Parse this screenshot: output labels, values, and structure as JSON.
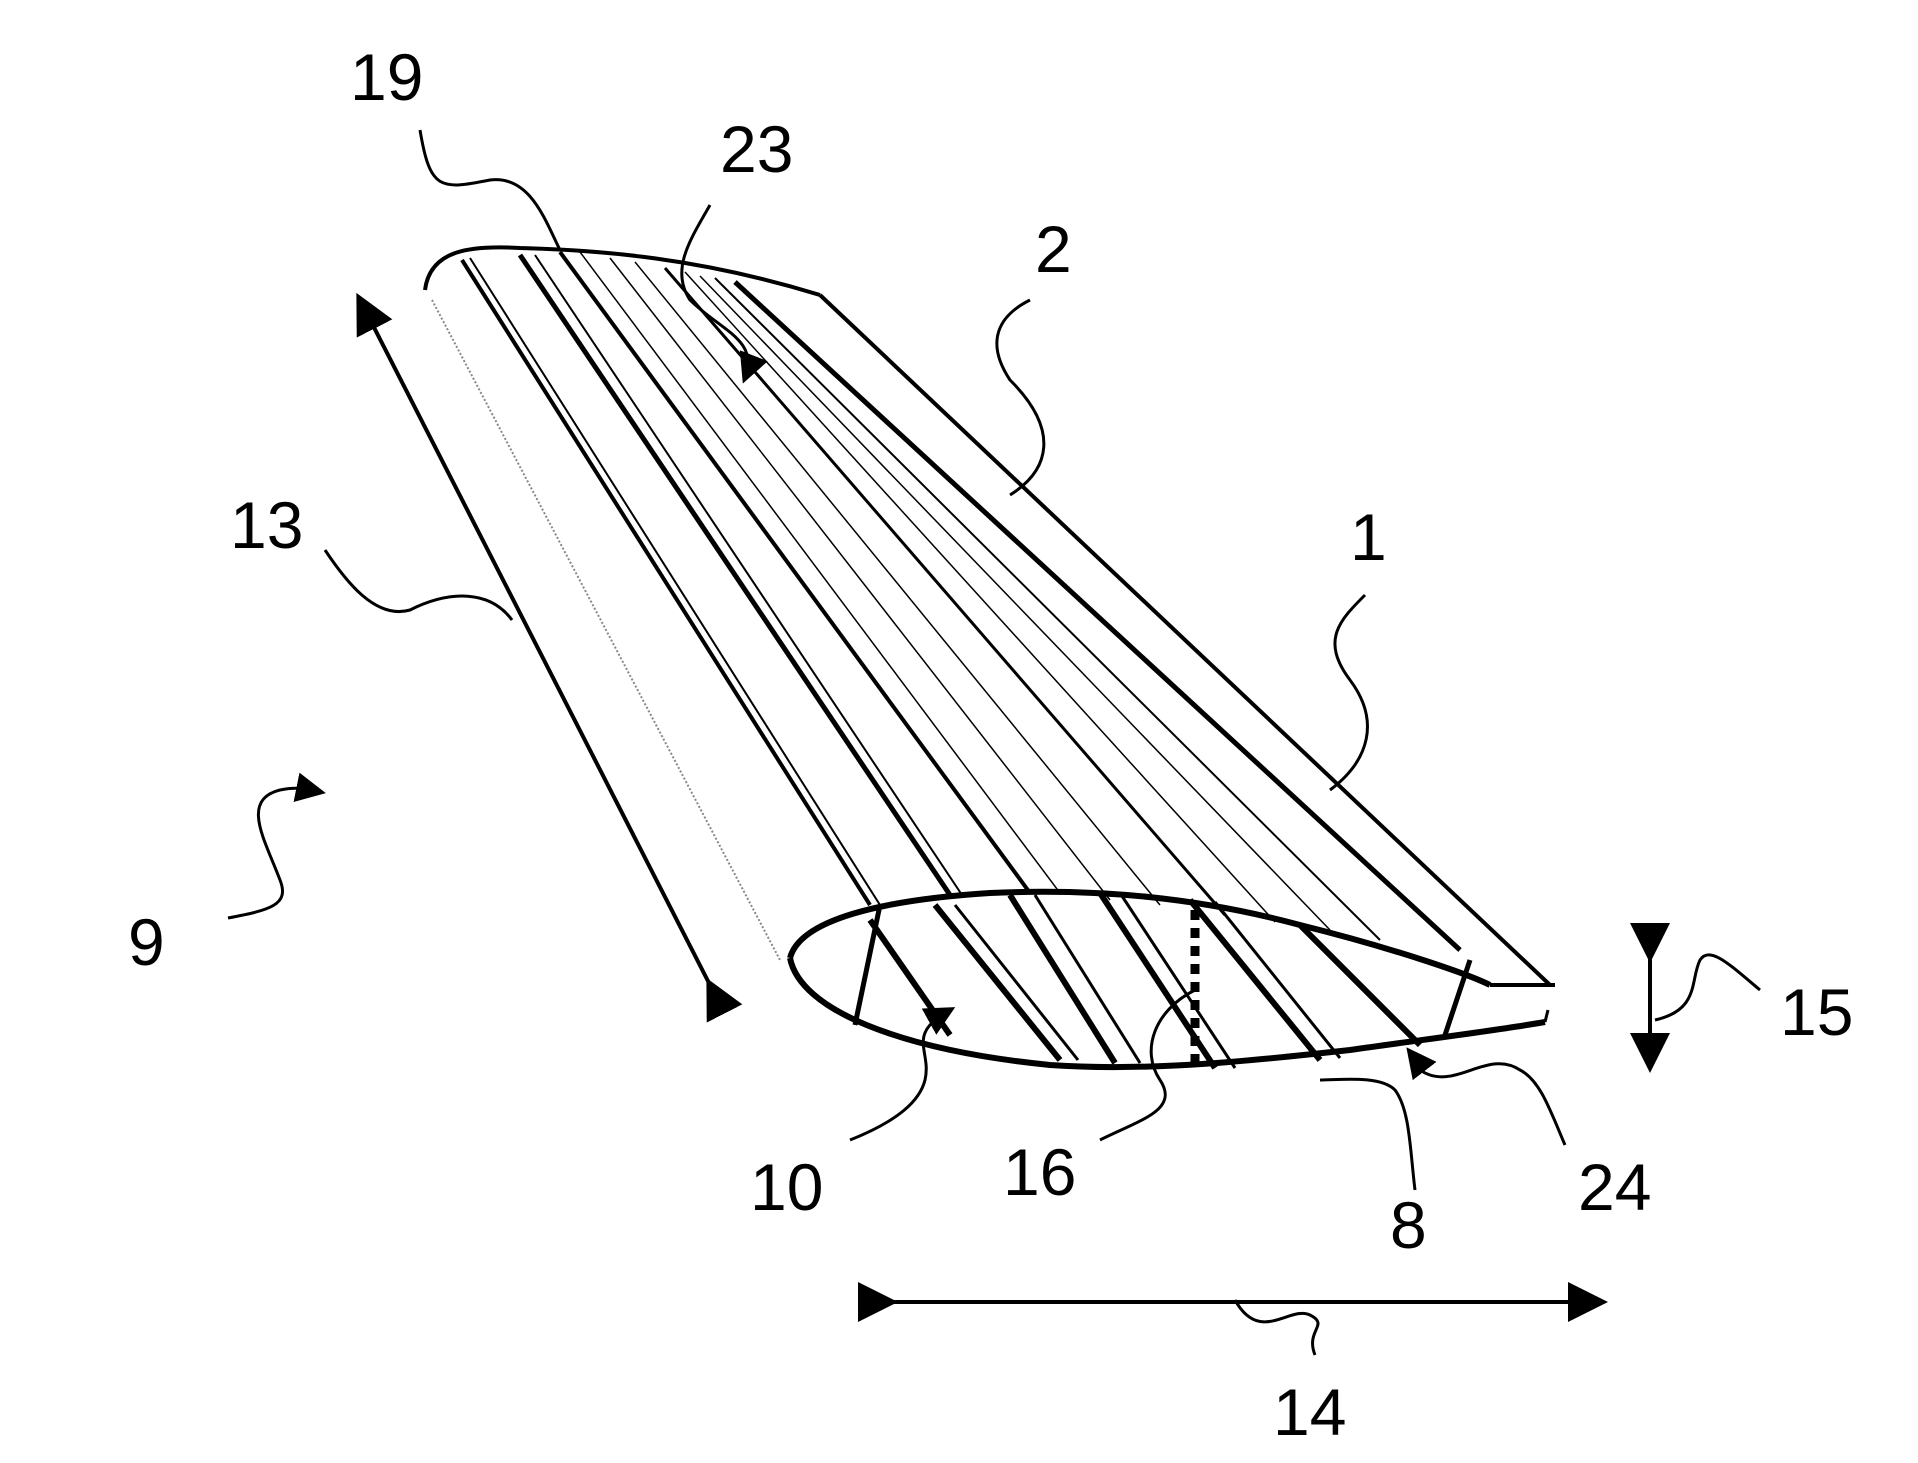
{
  "figure": {
    "ink_color": "#000000",
    "background_color": "#ffffff",
    "reference_numerals": [
      {
        "id": "ref-19",
        "text": "19"
      },
      {
        "id": "ref-23",
        "text": "23"
      },
      {
        "id": "ref-2",
        "text": "2"
      },
      {
        "id": "ref-1",
        "text": "1"
      },
      {
        "id": "ref-13",
        "text": "13"
      },
      {
        "id": "ref-9",
        "text": "9"
      },
      {
        "id": "ref-15",
        "text": "15"
      },
      {
        "id": "ref-10",
        "text": "10"
      },
      {
        "id": "ref-16",
        "text": "16"
      },
      {
        "id": "ref-24",
        "text": "24"
      },
      {
        "id": "ref-8",
        "text": "8"
      },
      {
        "id": "ref-14",
        "text": "14"
      }
    ]
  }
}
